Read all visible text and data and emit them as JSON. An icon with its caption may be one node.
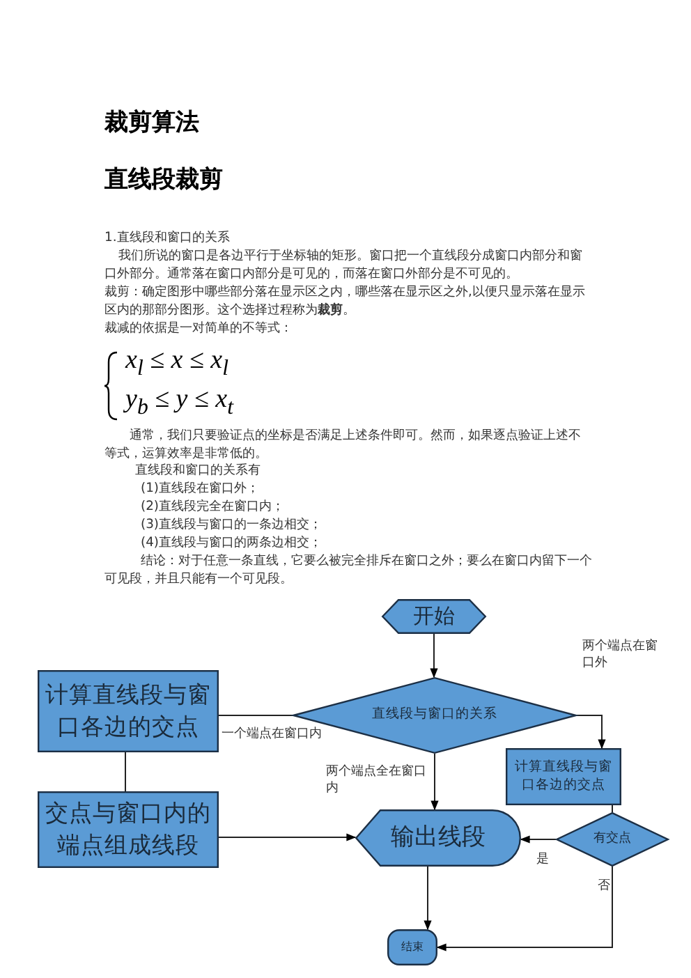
{
  "diagram": {
    "title": "裁剪算法",
    "nodes": [
      {
        "text": [
          "开始"
        ]
      },
      {
        "text": [
          "计算直线段与窗口各边的交点"
        ]
      },
      {
        "text": [
          "直线段与窗口的关系"
        ]
      },
      {
        "text": [
          "计算直线段与窗口各边的交点"
        ]
      },
      {
        "text": [
          "交点与窗口内的端点组成线段"
        ]
      },
      {
        "text": [
          "输出线段"
        ]
      },
      {
        "text": [
          "有交点"
        ]
      },
      {
        "text": [
          "结束"
        ]
      }
    ],
    "edges": [
      {
        "from": 0,
        "to": 2,
        "arrow": "to"
      },
      {
        "from": 2,
        "to": 1,
        "arrow": "none",
        "label": "一个端点在窗口内"
      },
      {
        "from": 2,
        "to": 3,
        "arrow": "to",
        "label": "两个端点在窗口外"
      },
      {
        "from": 2,
        "to": 5,
        "arrow": "to",
        "label": "两个端点全在窗口内"
      },
      {
        "from": 1,
        "to": 4,
        "arrow": "none"
      },
      {
        "from": 4,
        "to": 5,
        "arrow": "to"
      },
      {
        "from": 3,
        "to": 6,
        "arrow": "none"
      },
      {
        "from": 6,
        "to": 5,
        "arrow": "to",
        "label": "是"
      },
      {
        "from": 6,
        "to": 7,
        "arrow": "to",
        "label": "否"
      },
      {
        "from": 5,
        "to": 7,
        "arrow": "to"
      }
    ],
    "labels": [
      "直线段裁剪",
      "1.直线段和窗口的关系",
      "我们所说的窗口是各边平行于坐标轴的矩形。窗口把一个直线段分成窗口内部分和窗口外部分。通常落在窗口内部分是可见的，而落在窗口外部分是不可见的。",
      "裁剪：确定图形中哪些部分落在显示区之内，哪些落在显示区之外,以便只显示落在显示区内的那部分图形。这个选择过程称为**裁剪**。",
      "裁减的依据是一对简单的不等式：",
      "x$_{l}$ ≤ x ≤ x$_{l}$",
      "y$_{b}$ ≤ y ≤ x$_{t}$",
      "通常，我们只要验证点的坐标是否满足上述条件即可。然而，如果逐点验证上述不等式，运算效率是非常低的。",
      "直线段和窗口的关系有",
      "(1)直线段在窗口外；",
      "(2)直线段完全在窗口内；",
      "(3)直线段与窗口的一条边相交；",
      "(4)直线段与窗口的两条边相交；",
      "结论：对于任意一条直线，它要么被完全排斥在窗口之外；要么在窗口内留下一个可见段，并且只能有一个可见段。"
    ]
  }
}
